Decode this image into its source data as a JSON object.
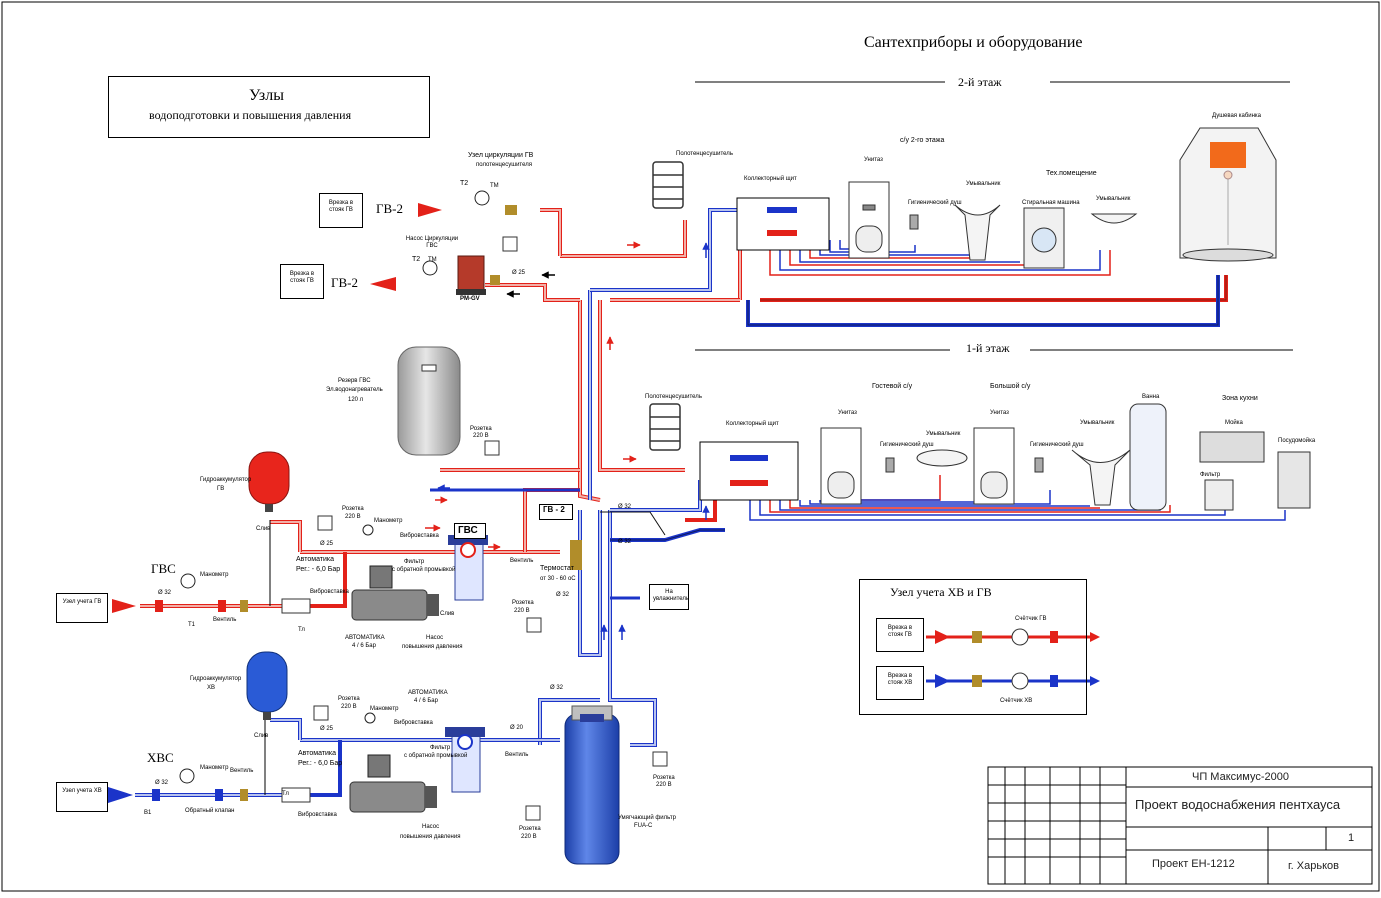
{
  "header": {
    "title": "Сантехприборы и оборудование",
    "floor2": "2-й этаж",
    "floor1": "1-й этаж"
  },
  "nodes_box": {
    "line1": "Узлы",
    "line2": "водоподготовки и повышения давления"
  },
  "labels": {
    "circ_title": "Узел циркуляции ГВ",
    "circ_sub": "полотенцесушителя",
    "gv2_a": "ГВ-2",
    "gv2_b": "ГВ-2",
    "gv2_c": "ГВ - 2",
    "vrezka_gv": "Врезка в стояк ГВ",
    "pump_circ": "Насос Циркуляции ГВС",
    "pm_gv": "PM-GV",
    "t2a": "T2",
    "t2b": "T2",
    "tm": "ТМ",
    "tm2": "ТМ",
    "d25": "Ø 25",
    "d20": "Ø 20",
    "d32a": "Ø 32",
    "d32b": "Ø 32",
    "d32c": "Ø 32",
    "d32d": "Ø 32",
    "d32e": "Ø 32",
    "d32f": "Ø 32",
    "reserve": "Резерв ГВС",
    "reserve2": "Эл.водонагреватель",
    "reserve3": "120 л",
    "hydro_gv": "Гидроаккумулятор",
    "hydro_gv2": "ГВ",
    "hydro_xv": "Гидроаккумулятор",
    "hydro_xv2": "ХВ",
    "gvs_sign": "ГВС",
    "gvs_left": "ГВС",
    "xvs_left": "ХВС",
    "uzel_gv": "Узел учета ГВ",
    "uzel_xv": "Узел учета ХВ",
    "t1": "T1",
    "b1": "B1",
    "tl": "Тл",
    "tl2": "Тл",
    "manometr": "Манометр",
    "vibrovstavka": "Вибровставка",
    "filter": "Фильтр",
    "filter_sub": "с обратной промывкой",
    "thermostat": "Термостат",
    "thermostat_sub": "от 30 - 60 оС",
    "automat_title": "Автоматика",
    "automat_reg": "Рег.: - 6,0 Бар",
    "automat_xv_title": "Автоматика",
    "automat_xv_reg": "Рег.: - 6,0 Бар",
    "automatika_gv": "АВТОМАТИКА",
    "automatika_gv_bar": "4 / 6 Бар",
    "automatika_xv": "АВТОМАТИКА",
    "automatika_xv_bar": "4 / 6 Бар",
    "nasos": "Насос",
    "nasos_sub": "повышения давления",
    "nasos2": "Насос",
    "nasos2_sub": "повышения давления",
    "rozetka": "Розетка",
    "v220": "220 В",
    "na_uvl": "На увлажнитель",
    "softener": "Умягчающий фильтр",
    "softener2": "FUA-C",
    "slive": "Слив",
    "ventil": "Вентиль",
    "obr": "Обратный клапан"
  },
  "floor2_fixtures": {
    "bath_title": "с/у 2-го этажа",
    "collector": "Коллекторный щит",
    "toilet": "Унитаз",
    "shower_head": "Гигиенический душ",
    "sink": "Умывальник",
    "tech": "Тех.помещение",
    "washer": "Стиральная машина",
    "sink2": "Умывальник",
    "cabin": "Душевая кабинка",
    "towel": "Полотенцесушитель"
  },
  "floor1_fixtures": {
    "guest": "Гостевой с/у",
    "big": "Большой с/у",
    "collector": "Коллекторный щит",
    "toilet": "Унитаз",
    "hyg": "Гигиенический душ",
    "sink": "Умывальник",
    "toilet2": "Унитаз",
    "hyg2": "Гигиенический душ",
    "sink2": "Умывальник",
    "bath": "Ванна",
    "kitchen": "Зона кухни",
    "mojka": "Мойка",
    "filtr": "Фильтр",
    "dishwasher": "Посудомойка",
    "towel": "Полотенцесушитель"
  },
  "legend": {
    "title": "Узел учета ХВ и ГВ",
    "gv_box": "Врезка в стояк ГВ",
    "xv_box": "Врезка в стояк ХВ",
    "counter_gv": "Счётчик ГВ",
    "counter_xv": "Счётчик ХВ"
  },
  "title_block": {
    "company": "ЧП Максимус-2000",
    "project": "Проект водоснабжения пентхауса",
    "sheet": "1",
    "code": "Проект ЕН-1212",
    "city": "г. Харьков"
  },
  "colors": {
    "hot": "#e32119",
    "cold": "#1b34c9",
    "hot_pipe_fill": "#f2b0a8",
    "cold_pipe_fill": "#b8c3ee",
    "tank_red": "#e8251c",
    "tank_blue": "#2a5bd6"
  }
}
